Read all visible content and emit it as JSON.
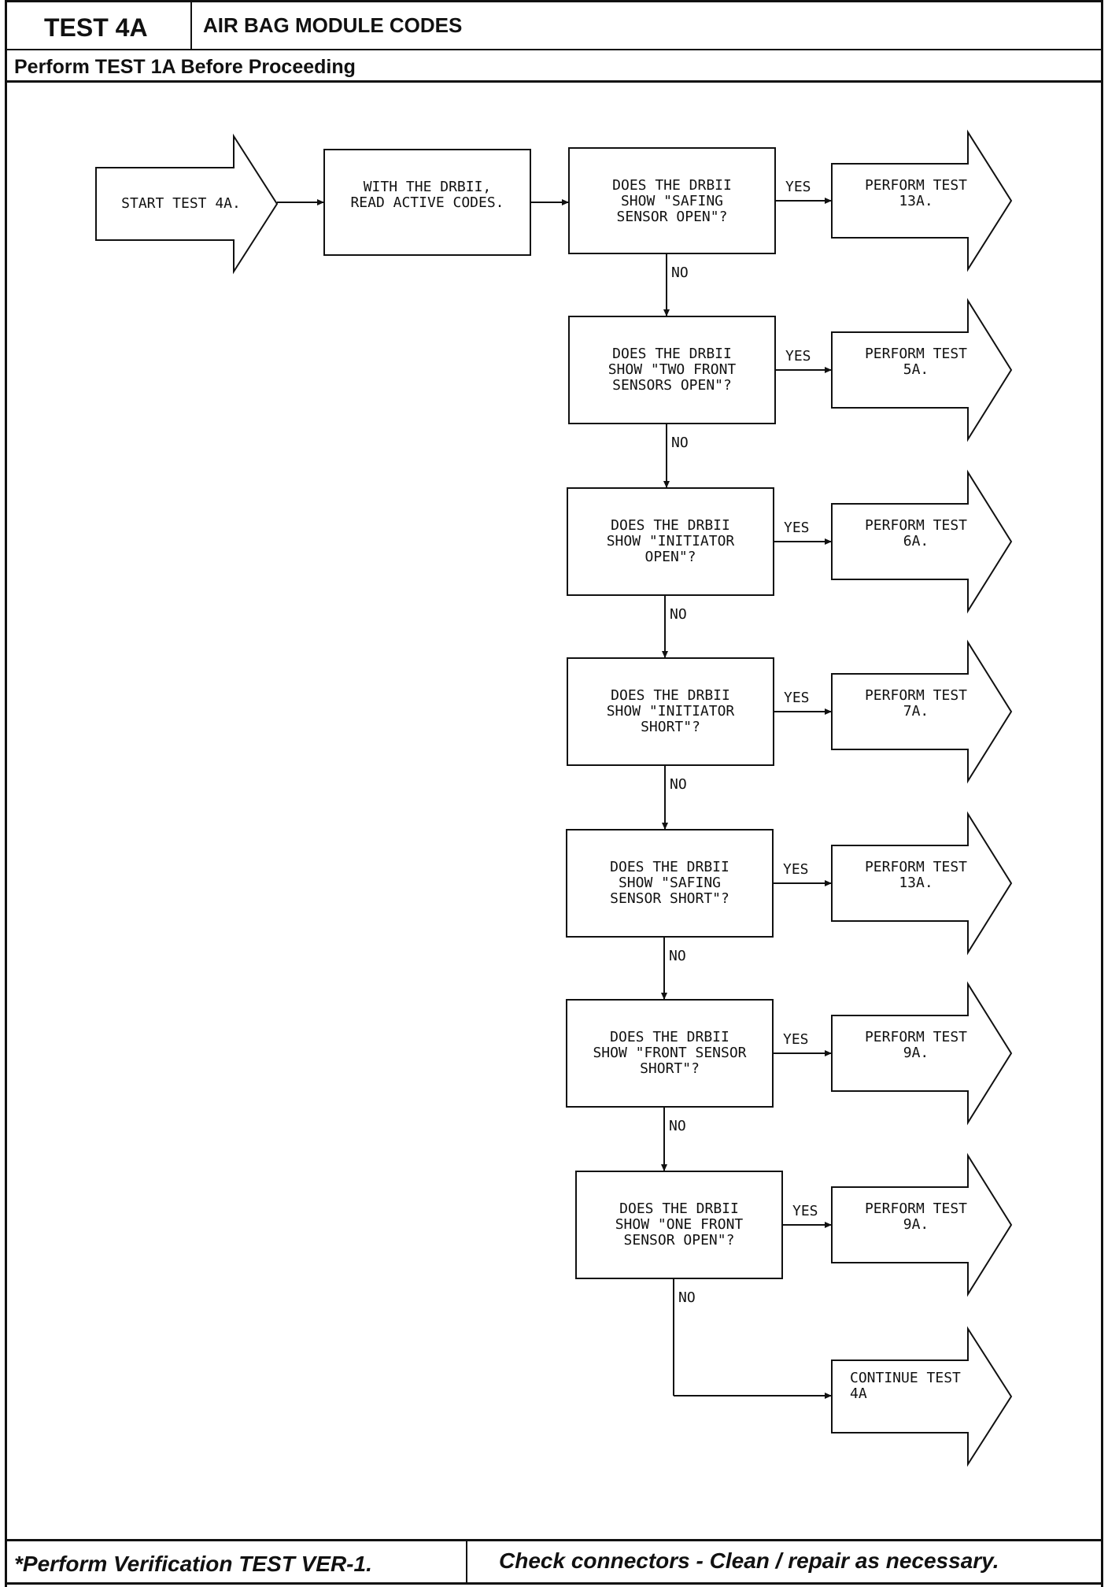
{
  "header": {
    "test_id": "TEST 4A",
    "title": "AIR BAG MODULE CODES",
    "subtitle": "Perform TEST 1A Before Proceeding"
  },
  "flowchart": {
    "start": "START TEST 4A.",
    "read_step": [
      "WITH THE DRBII,",
      "READ ACTIVE CODES."
    ],
    "yes_label": "YES",
    "no_label": "NO",
    "decisions": [
      {
        "question": [
          "DOES THE DRBII",
          "SHOW \"SAFING",
          "SENSOR OPEN\"?"
        ],
        "result": [
          "PERFORM TEST",
          "13A."
        ]
      },
      {
        "question": [
          "DOES THE DRBII",
          "SHOW \"TWO FRONT",
          "SENSORS OPEN\"?"
        ],
        "result": [
          "PERFORM TEST",
          "5A."
        ]
      },
      {
        "question": [
          "DOES THE DRBII",
          "SHOW \"INITIATOR",
          "OPEN\"?"
        ],
        "result": [
          "PERFORM TEST",
          "6A."
        ]
      },
      {
        "question": [
          "DOES THE DRBII",
          "SHOW \"INITIATOR",
          "SHORT\"?"
        ],
        "result": [
          "PERFORM TEST",
          "7A."
        ]
      },
      {
        "question": [
          "DOES THE DRBII",
          "SHOW \"SAFING",
          "SENSOR SHORT\"?"
        ],
        "result": [
          "PERFORM TEST",
          "13A."
        ]
      },
      {
        "question": [
          "DOES THE DRBII",
          "SHOW \"FRONT SENSOR",
          "SHORT\"?"
        ],
        "result": [
          "PERFORM TEST",
          "9A."
        ]
      },
      {
        "question": [
          "DOES THE DRBII",
          "SHOW \"ONE FRONT",
          "SENSOR OPEN\"?"
        ],
        "result": [
          "PERFORM TEST",
          "9A."
        ]
      }
    ],
    "continue": [
      "CONTINUE TEST",
      "4A"
    ]
  },
  "footer": {
    "verification": "*Perform Verification TEST VER-1.",
    "connectors": "Check connectors - Clean / repair as necessary."
  }
}
